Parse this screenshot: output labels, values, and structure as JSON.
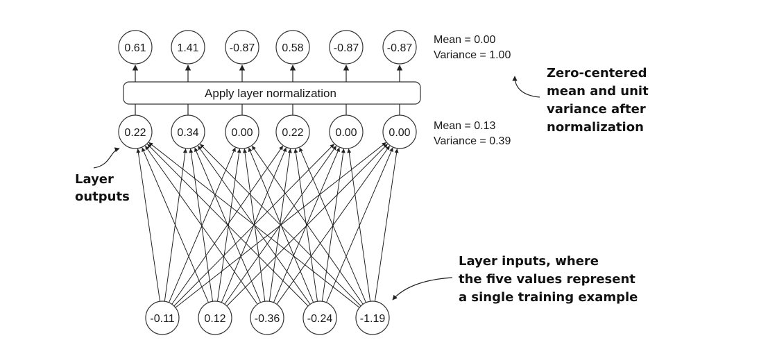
{
  "inputs": [
    "-0.11",
    "0.12",
    "-0.36",
    "-0.24",
    "-1.19"
  ],
  "layer_outputs": [
    "0.22",
    "0.34",
    "0.00",
    "0.22",
    "0.00",
    "0.00"
  ],
  "normalized_outputs": [
    "0.61",
    "1.41",
    "-0.87",
    "0.58",
    "-0.87",
    "-0.87"
  ],
  "norm_box_label": "Apply layer normalization",
  "stats_before": {
    "mean": "Mean = 0.13",
    "variance": "Variance = 0.39"
  },
  "stats_after": {
    "mean": "Mean = 0.00",
    "variance": "Variance = 1.00"
  },
  "callouts": {
    "zero_centered": [
      "Zero-centered",
      "mean and unit",
      "variance after",
      "normalization"
    ],
    "layer_outputs": [
      "Layer",
      "outputs"
    ],
    "layer_inputs": [
      "Layer inputs, where",
      "the five values represent",
      "a single training example"
    ]
  }
}
